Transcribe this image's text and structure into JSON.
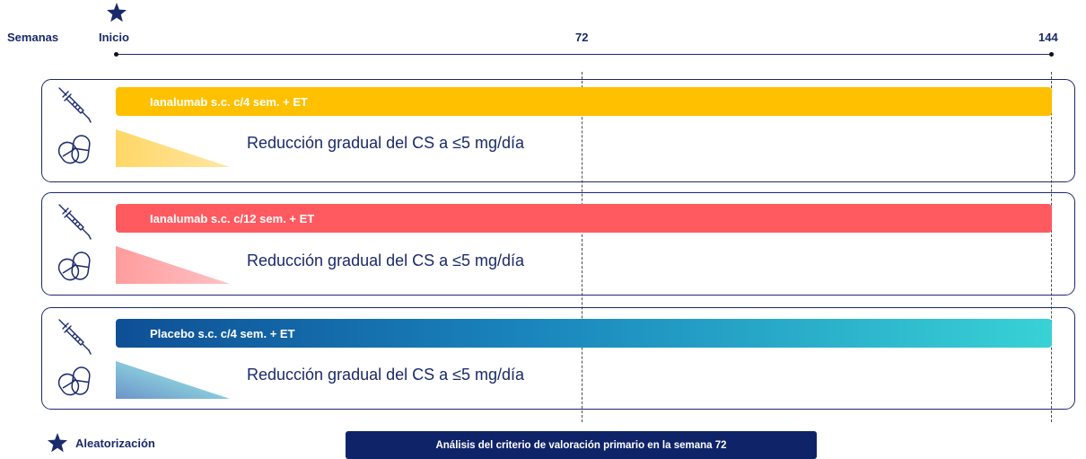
{
  "colors": {
    "navy": "#1b2a6b",
    "yellow": "#ffc000",
    "yellow_light": "#ffdf88",
    "red": "#ff5a60",
    "red_light": "#ffaaab",
    "blue_dark": "#0e4f96",
    "teal": "#38d2d6"
  },
  "header": {
    "axis_title": "Semanas",
    "start_label": "Inicio",
    "mid_label": "72",
    "end_label": "144",
    "start_icon": "star-icon"
  },
  "arms": [
    {
      "bar_label": "Ianalumab s.c. c/4 sem. + ET",
      "taper_label": "Reducción gradual del CS a ≤5 mg/día",
      "bar_color": "yellow",
      "injection_icon": "syringe-icon",
      "pill_icon": "pills-icon"
    },
    {
      "bar_label": "Ianalumab s.c. c/12 sem. + ET",
      "taper_label": "Reducción gradual del CS a ≤5 mg/día",
      "bar_color": "red",
      "injection_icon": "syringe-icon",
      "pill_icon": "pills-icon"
    },
    {
      "bar_label": "Placebo s.c. c/4 sem. + ET",
      "taper_label": "Reducción gradual del CS a ≤5 mg/día",
      "bar_color": "blue-gradient",
      "injection_icon": "syringe-icon",
      "pill_icon": "pills-icon"
    }
  ],
  "legend": {
    "icon": "star-icon",
    "label": "Aleatorización"
  },
  "footer": {
    "label": "Análisis del criterio de valoración primario en la semana 72"
  }
}
